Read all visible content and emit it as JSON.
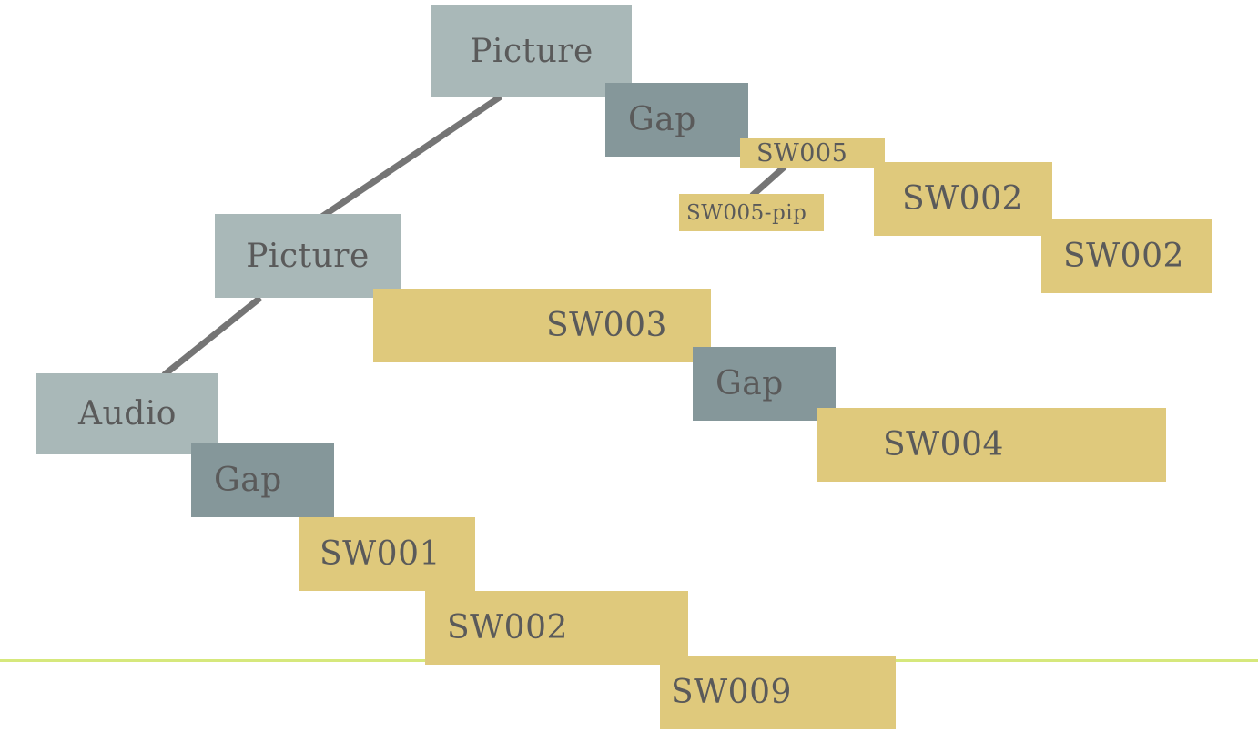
{
  "colors": {
    "track": "#a9b8b8",
    "gap": "#85979a",
    "clip": "#dfc97c",
    "connector": "#757575",
    "text": "#5a5a5a",
    "playhead": "#d6e87c"
  },
  "nodes": {
    "picture_top": {
      "label": "Picture",
      "kind": "track"
    },
    "gap_top": {
      "label": "Gap",
      "kind": "gap"
    },
    "sw005": {
      "label": "SW005",
      "kind": "clip"
    },
    "sw005_pip": {
      "label": "SW005-pip",
      "kind": "clip"
    },
    "sw002_top_a": {
      "label": "SW002",
      "kind": "clip"
    },
    "sw002_top_b": {
      "label": "SW002",
      "kind": "clip"
    },
    "picture_mid": {
      "label": "Picture",
      "kind": "track"
    },
    "sw003": {
      "label": "SW003",
      "kind": "clip"
    },
    "gap_mid": {
      "label": "Gap",
      "kind": "gap"
    },
    "sw004": {
      "label": "SW004",
      "kind": "clip"
    },
    "audio": {
      "label": "Audio",
      "kind": "track"
    },
    "gap_bottom": {
      "label": "Gap",
      "kind": "gap"
    },
    "sw001": {
      "label": "SW001",
      "kind": "clip"
    },
    "sw002_bottom": {
      "label": "SW002",
      "kind": "clip"
    },
    "sw009": {
      "label": "SW009",
      "kind": "clip"
    }
  }
}
